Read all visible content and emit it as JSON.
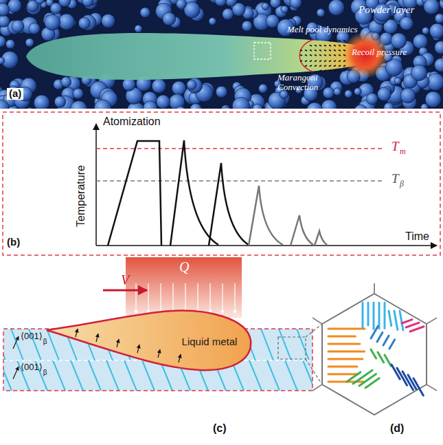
{
  "diagram": {
    "nodes": [
      {
        "text": [
          "Liquid metal"
        ]
      }
    ],
    "labels": [
      "(a)",
      "Powder layer",
      "Melt pool dynamics",
      "Marangoni Convection",
      "Recoil pressure",
      "Atomization",
      "Temperature",
      "T",
      "m",
      "T",
      "β",
      "Time",
      "(b)",
      "Q",
      "V",
      "⟨001⟩",
      "β",
      "⟨001⟩",
      "β",
      "(c)",
      "(d)"
    ]
  }
}
